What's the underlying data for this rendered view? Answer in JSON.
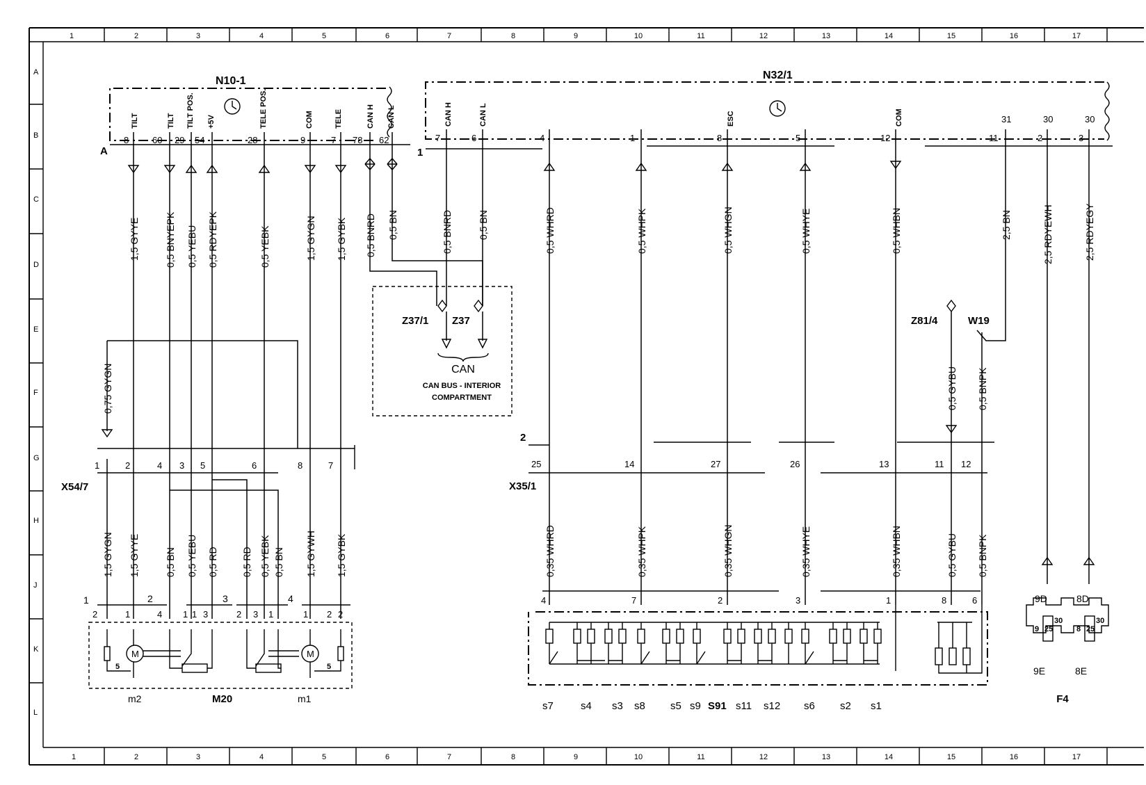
{
  "grid": {
    "top_cols": [
      "1",
      "2",
      "3",
      "4",
      "5",
      "6",
      "7",
      "8",
      "9",
      "10",
      "11",
      "12",
      "13",
      "14",
      "15",
      "16",
      "17"
    ],
    "bottom_cols": [
      "1",
      "2",
      "3",
      "4",
      "5",
      "6",
      "7",
      "8",
      "9",
      "10",
      "11",
      "12",
      "13",
      "14",
      "15",
      "16",
      "17"
    ],
    "rows": [
      "A",
      "B",
      "C",
      "D",
      "E",
      "F",
      "G",
      "H",
      "J",
      "K",
      "L"
    ]
  },
  "n10": {
    "title": "N10-1",
    "ref": "A",
    "pin_names": [
      "TILT",
      "TILT",
      "TILT POS.",
      "+5V",
      "TELE POS.",
      "COM",
      "TELE",
      "CAN H",
      "CAN L"
    ],
    "pins": [
      "8",
      "60",
      "29",
      "54",
      "28",
      "9",
      "7",
      "78",
      "62"
    ],
    "wires": [
      "1,5 GYYE",
      "0,5 BNYEPK",
      "0,5 YEBU",
      "0,5 RDYEPK",
      "0,5 YEBK",
      "1,5 GYGN",
      "1,5 GYBK",
      "0,5 BNRD",
      "0,5 BN"
    ]
  },
  "n32": {
    "title": "N32/1",
    "ref": "1",
    "pin_names": [
      "CAN H",
      "CAN L",
      "ESC",
      "COM"
    ],
    "pins": [
      "7",
      "6",
      "4",
      "1",
      "8",
      "5",
      "12",
      "11",
      "2",
      "3"
    ],
    "top_nums": [
      "31",
      "30",
      "30"
    ],
    "wires": [
      "0,5 BNRD",
      "0,5 BN",
      "0,5 WHRD",
      "0,5 WHPK",
      "0,5 WHGN",
      "0,5 WHYE",
      "0,5 WHBN",
      "2,5 BN",
      "2,5 RDYEWH",
      "2,5 RDYEGY"
    ]
  },
  "can": {
    "z37_1": "Z37/1",
    "z37": "Z37",
    "label": "CAN",
    "desc1": "CAN BUS - INTERIOR",
    "desc2": "COMPARTMENT"
  },
  "z81": {
    "label": "Z81/4",
    "wire": "0,5 GYBU"
  },
  "w19": {
    "label": "W19",
    "wire": "0,5 BNPK"
  },
  "x54": {
    "label": "X54/7",
    "pins": [
      "1",
      "2",
      "4",
      "3",
      "5",
      "6",
      "8",
      "7"
    ],
    "wire_top": "0,75 GYGN",
    "wires": [
      "1,5 GYGN",
      "1,5 GYYE",
      "0,5 BN",
      "0,5 YEBU",
      "0,5 RD",
      "0,5 RD",
      "0,5 YEBK",
      "0,5 BN",
      "1,5 GYWH",
      "1,5 GYBK"
    ]
  },
  "x35": {
    "label": "X35/1",
    "ref": "2",
    "pins": [
      "25",
      "14",
      "27",
      "26",
      "13",
      "11",
      "12"
    ],
    "wires": [
      "0,35 WHRD",
      "0,35 WHPK",
      "0,35 WHGN",
      "0,35 WHYE",
      "0,35 WHBN",
      "0,5 GYBU",
      "0,5 BNPK"
    ]
  },
  "m20": {
    "label": "M20",
    "m1": "m1",
    "m2": "m2",
    "plug_pins": [
      "2",
      "1",
      "1",
      "4",
      "1",
      "3",
      "2",
      "3",
      "1",
      "2",
      "1",
      "2"
    ],
    "group_nums": [
      "1",
      "2",
      "3",
      "4"
    ],
    "tags": [
      "5",
      "5"
    ]
  },
  "s91": {
    "label": "S91",
    "pins": [
      "4",
      "7",
      "2",
      "3",
      "1",
      "8",
      "6"
    ],
    "switches": [
      "s7",
      "s4",
      "s3",
      "s8",
      "s5",
      "s9",
      "s11",
      "s12",
      "s6",
      "s2",
      "s1"
    ]
  },
  "f4": {
    "label": "F4",
    "top": [
      "9D",
      "8D"
    ],
    "bottom": [
      "9E",
      "8E"
    ],
    "fuse_nums": [
      "9",
      "8"
    ],
    "amps": [
      "25",
      "25"
    ],
    "terms": [
      "30",
      "30"
    ]
  }
}
